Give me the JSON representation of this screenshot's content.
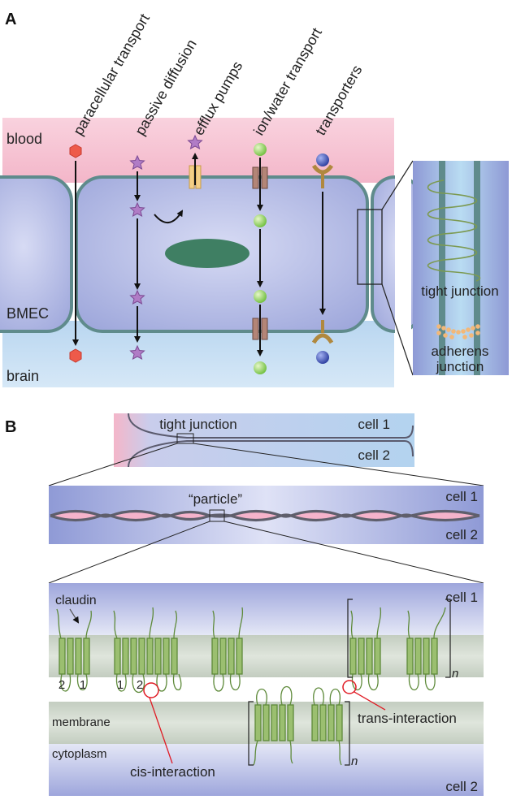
{
  "panel_a": {
    "letter": "A",
    "transport_labels": [
      "paracellular transport",
      "passive diffusion",
      "efflux pumps",
      "ion/water transport",
      "transporters"
    ],
    "region_labels": {
      "blood": "blood",
      "bmec": "BMEC",
      "brain": "brain"
    },
    "inset_labels": {
      "tight_junction": "tight junction",
      "adherens_1": "adherens",
      "adherens_2": "junction"
    },
    "colors": {
      "blood": "#f7c6d4",
      "cell": "#b6bde6",
      "brain": "#bcd9f1",
      "membrane": "#5f8b8c",
      "nucleus": "#3f7f63"
    }
  },
  "panel_b": {
    "letter": "B",
    "top_strip": {
      "title": "tight junction",
      "cell1": "cell 1",
      "cell2": "cell 2"
    },
    "middle_strip": {
      "particle": "“particle”",
      "cell1": "cell 1",
      "cell2": "cell 2"
    },
    "detail": {
      "cell1": "cell 1",
      "cell2": "cell 2",
      "claudin": "claudin",
      "membrane": "membrane",
      "cytoplasm": "cytoplasm",
      "numbers": [
        "2",
        "1",
        "1",
        "2"
      ],
      "n_label": "n",
      "cis": "cis-interaction",
      "trans": "trans-interaction"
    },
    "colors": {
      "claudin": "#9bbf70",
      "claudin_stroke": "#5e8a3a",
      "interaction": "#e01b24"
    }
  }
}
